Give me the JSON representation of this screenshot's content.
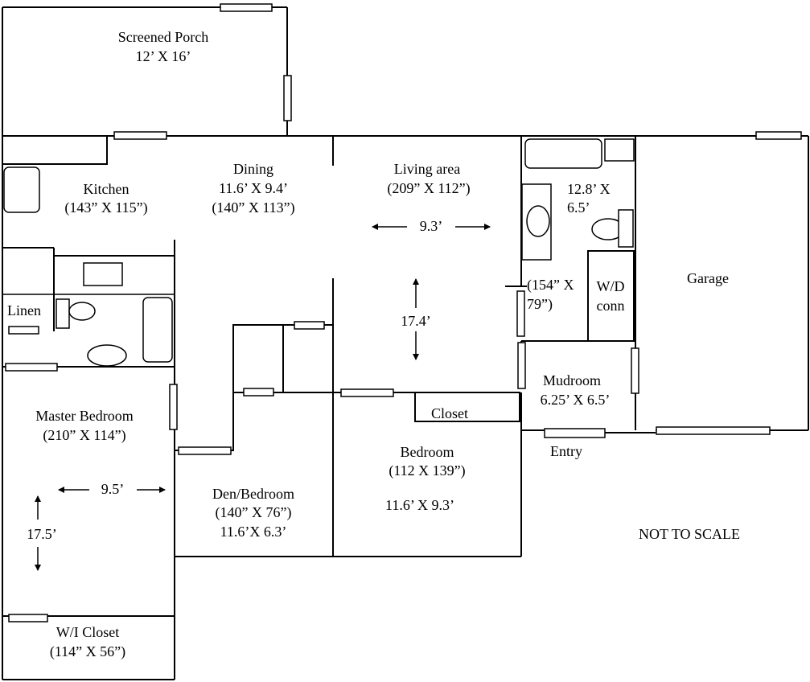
{
  "rooms": {
    "screened_porch": {
      "name": "Screened Porch",
      "dims": "12’ X 16’"
    },
    "kitchen": {
      "name": "Kitchen",
      "dims": "(143” X 115”)"
    },
    "dining": {
      "name": "Dining",
      "dims_ft": "11.6’ X 9.4’",
      "dims_in": "(140” X 113”)"
    },
    "living_area": {
      "name": "Living area",
      "dims": "(209” X 112”)",
      "width_label": "9.3’",
      "depth_label": "17.4’"
    },
    "bathroom": {
      "dims_line1": "12.8’ X",
      "dims_line2": "6.5’"
    },
    "laundry": {
      "dims_line1": "(154” X",
      "dims_line2": "79”)",
      "wd_line1": "W/D",
      "wd_line2": "conn"
    },
    "garage": {
      "name": "Garage"
    },
    "linen": {
      "name": "Linen"
    },
    "mudroom": {
      "name": "Mudroom",
      "dims": "6.25’ X 6.5’"
    },
    "closet": {
      "name": "Closet"
    },
    "entry": {
      "name": "Entry"
    },
    "master_bedroom": {
      "name": "Master Bedroom",
      "dims": "(210” X 114”)",
      "width_label": "9.5’",
      "depth_label": "17.5’"
    },
    "den": {
      "name": "Den/Bedroom",
      "dims_in": "(140” X 76”)",
      "dims_ft": "11.6’X 6.3’"
    },
    "bedroom": {
      "name": "Bedroom",
      "dims_in": "(112 X 139”)",
      "dims_ft": "11.6’ X 9.3’"
    },
    "wi_closet": {
      "name": "W/I Closet",
      "dims": "(114” X 56”)"
    }
  },
  "note": "NOT TO SCALE"
}
